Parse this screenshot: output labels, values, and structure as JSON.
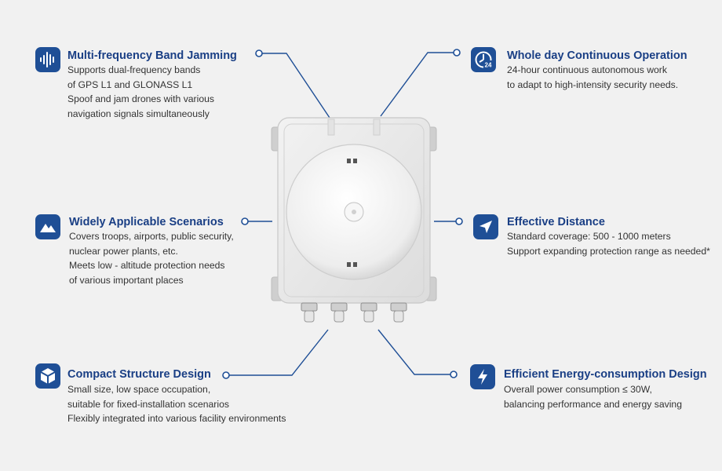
{
  "features": [
    {
      "id": "multi-frequency",
      "icon": "audio-wave-icon",
      "title": "Multi-frequency Band Jamming",
      "lines": [
        "Supports dual-frequency bands",
        "of GPS L1 and GLONASS L1",
        "Spoof and jam drones with various",
        "navigation signals simultaneously"
      ]
    },
    {
      "id": "whole-day",
      "icon": "clock-24-icon",
      "icon_text": "24",
      "title": "Whole day Continuous Operation",
      "lines": [
        "24-hour continuous autonomous work",
        "to adapt to high-intensity security needs."
      ]
    },
    {
      "id": "scenarios",
      "icon": "mountain-icon",
      "title": "Widely Applicable Scenarios",
      "lines": [
        "Covers troops, airports, public security,",
        "nuclear power plants, etc.",
        "Meets low - altitude protection needs",
        "of various important places"
      ]
    },
    {
      "id": "distance",
      "icon": "navigation-arrow-icon",
      "title": "Effective Distance",
      "lines": [
        "Standard coverage: 500 - 1000 meters",
        "Support expanding protection range as needed*"
      ]
    },
    {
      "id": "compact",
      "icon": "cube-icon",
      "title": "Compact Structure Design",
      "lines": [
        "Small size, low space occupation,",
        "suitable for fixed-installation scenarios",
        "Flexibly integrated into various facility environments"
      ]
    },
    {
      "id": "energy",
      "icon": "lightning-icon",
      "title": "Efficient Energy-consumption Design",
      "lines": [
        "Overall power consumption ≤ 30W,",
        "balancing performance and energy saving"
      ]
    }
  ],
  "colors": {
    "accent": "#1f4f96",
    "title": "#1a3f85",
    "background": "#f1f1f1",
    "text": "#333333"
  }
}
